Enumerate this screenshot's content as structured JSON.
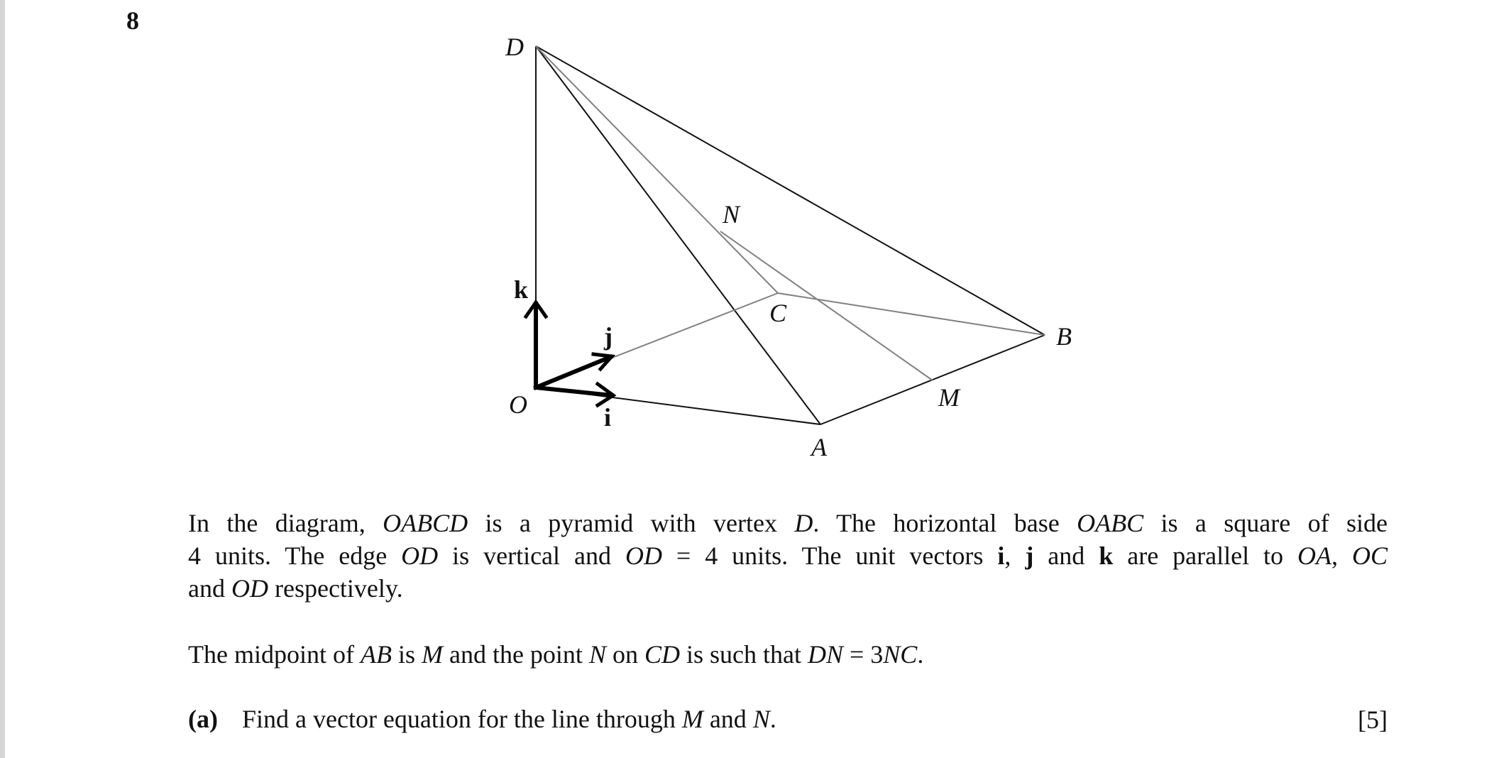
{
  "question_number": "8",
  "diagram": {
    "labels": {
      "D": "D",
      "N": "N",
      "C": "C",
      "B": "B",
      "M": "M",
      "O": "O",
      "A": "A",
      "i": "i",
      "j": "j",
      "k": "k"
    }
  },
  "paragraphs": [
    [
      [
        [
          "In the diagram, ",
          ""
        ],
        [
          "OABCD",
          "it"
        ],
        [
          " is a pyramid with vertex ",
          ""
        ],
        [
          "D",
          "it"
        ],
        [
          ".  The horizontal base ",
          ""
        ],
        [
          "OABC",
          "it"
        ],
        [
          " is a square of side",
          ""
        ]
      ],
      [
        [
          "4 units.  The edge ",
          ""
        ],
        [
          "OD",
          "it"
        ],
        [
          " is vertical and ",
          ""
        ],
        [
          "OD",
          "it"
        ],
        [
          " = 4 units.  The unit vectors ",
          ""
        ],
        [
          "i",
          "bd"
        ],
        [
          ", ",
          ""
        ],
        [
          "j",
          "bd"
        ],
        [
          " and ",
          ""
        ],
        [
          "k",
          "bd"
        ],
        [
          " are parallel to ",
          ""
        ],
        [
          "OA",
          "it"
        ],
        [
          ", ",
          ""
        ],
        [
          "OC",
          "it"
        ]
      ],
      [
        [
          "and ",
          ""
        ],
        [
          "OD",
          "it"
        ],
        [
          " respectively.",
          ""
        ]
      ]
    ],
    [
      [
        [
          "The midpoint of ",
          ""
        ],
        [
          "AB",
          "it"
        ],
        [
          " is ",
          ""
        ],
        [
          "M",
          "it"
        ],
        [
          " and the point ",
          ""
        ],
        [
          "N",
          "it"
        ],
        [
          " on ",
          ""
        ],
        [
          "CD",
          "it"
        ],
        [
          " is such that ",
          ""
        ],
        [
          "DN",
          "it"
        ],
        [
          " = 3",
          ""
        ],
        [
          "NC",
          "it"
        ],
        [
          ".",
          ""
        ]
      ]
    ]
  ],
  "part_a": {
    "label": "(a)",
    "text_segments": [
      [
        "Find a vector equation for the line through ",
        ""
      ],
      [
        "M",
        "it"
      ],
      [
        " and ",
        ""
      ],
      [
        "N",
        "it"
      ],
      [
        ".",
        ""
      ]
    ],
    "marks": "[5]"
  }
}
